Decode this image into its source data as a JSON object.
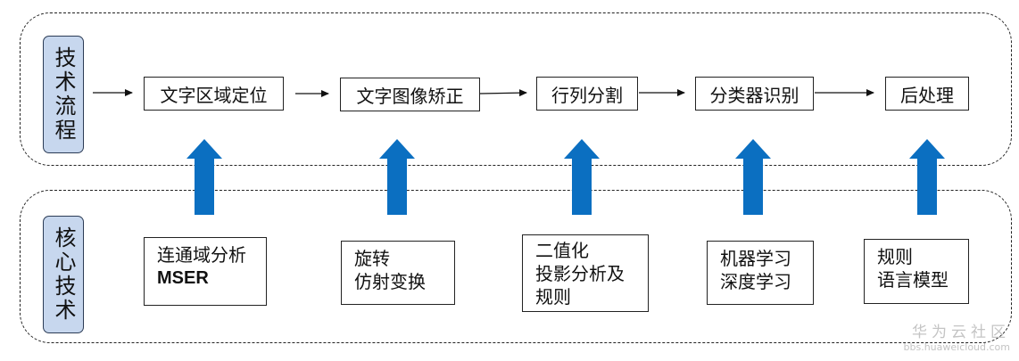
{
  "sections": {
    "process": "技术流程",
    "core": "核心技术"
  },
  "flow_steps": [
    "文字区域定位",
    "文字图像矫正",
    "行列分割",
    "分类器识别",
    "后处理"
  ],
  "core_technologies": [
    [
      "连通域分析",
      "MSER"
    ],
    [
      "旋转",
      "仿射变换"
    ],
    [
      "二值化",
      "投影分析及",
      "规则"
    ],
    [
      "机器学习",
      "深度学习"
    ],
    [
      "规则",
      "语言模型"
    ]
  ],
  "colors": {
    "label_fill": "#c7d7ee",
    "arrow_fill": "#0b6fc1"
  },
  "watermark": {
    "title": "华为云社区",
    "url": "bbs.huaweicloud.com"
  }
}
